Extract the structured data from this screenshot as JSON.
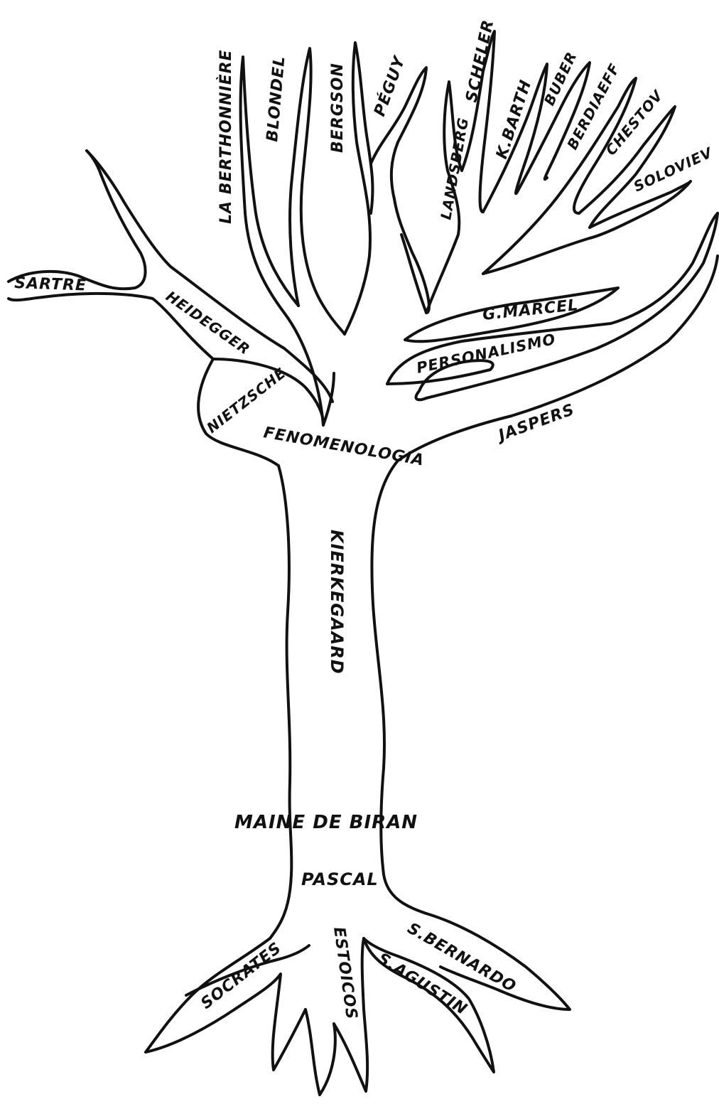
{
  "labels": {
    "sartre": "SARTRE",
    "la_berthonniere": "LA BERTHONNIÈRE",
    "blondel": "BLONDEL",
    "bergson": "BERGSON",
    "peguy": "PÉGUY",
    "landsberg": "LANDSBERG",
    "scheler": "SCHELER",
    "k_barth": "K.BARTH",
    "buber": "BUBER",
    "berdiaeff": "BERDIAEFF",
    "chestov": "CHESTOV",
    "soloviev": "SOLOVIEV",
    "heidegger": "HEIDEGGER",
    "nietzsche": "NIETZSCHE",
    "g_marcel": "G.MARCEL",
    "personalismo": "PERSONALISMO",
    "fenomenologia": "FENOMENOLOGIA",
    "jaspers": "JASPERS",
    "kierkegaard": "KIERKEGAARD",
    "maine_de_biran": "MAINE DE BIRAN",
    "pascal": "PASCAL",
    "socrates": "SOCRATES",
    "estoicos": "ESTOICOS",
    "s_bernardo": "S.BERNARDO",
    "s_agustin": "S.AGUSTIN"
  },
  "colors": {
    "ink": "#111111",
    "paper": "#ffffff"
  }
}
